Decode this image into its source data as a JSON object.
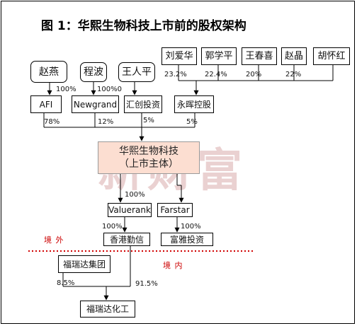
{
  "title": "图 1：华熙生物科技上市前的股权架构",
  "watermark": "新财富",
  "regions": {
    "offshore": "境  外",
    "onshore": "境 内"
  },
  "people": [
    {
      "name": "赵燕",
      "pct": "100%"
    },
    {
      "name": "程波",
      "pct": "100%0"
    },
    {
      "name": "王人平",
      "pct": ""
    }
  ],
  "group_holders": [
    {
      "name": "刘爱华",
      "pct": "23.2%"
    },
    {
      "name": "郭学平",
      "pct": "22.4%"
    },
    {
      "name": "王春喜",
      "pct": "20%"
    },
    {
      "name": "赵晶",
      "pct": "22%"
    },
    {
      "name": "胡怀红",
      "pct": ""
    }
  ],
  "holding_entities": [
    {
      "name": "AFI",
      "pct": "78%"
    },
    {
      "name": "Newgrand",
      "pct": "12%"
    },
    {
      "name": "汇创投资",
      "pct": "5%"
    },
    {
      "name": "永晖控股",
      "pct": "5%"
    }
  ],
  "listing_entity": {
    "line1": "华熙生物科技",
    "line2": "（上市主体）"
  },
  "subsidiaries": {
    "valuerank": {
      "name": "Valuerank",
      "pct_in": "100%"
    },
    "farstar": {
      "name": "Farstar"
    },
    "hk": {
      "name": "香港勤信",
      "pct_in": "100%"
    },
    "fuya": {
      "name": "富雅投资",
      "pct_in": "100%"
    }
  },
  "onshore": {
    "group": {
      "name": "福瑞达集团",
      "pct": "8.5%"
    },
    "hk_pct": "91.5%",
    "target": {
      "name": "福瑞达化工"
    }
  }
}
